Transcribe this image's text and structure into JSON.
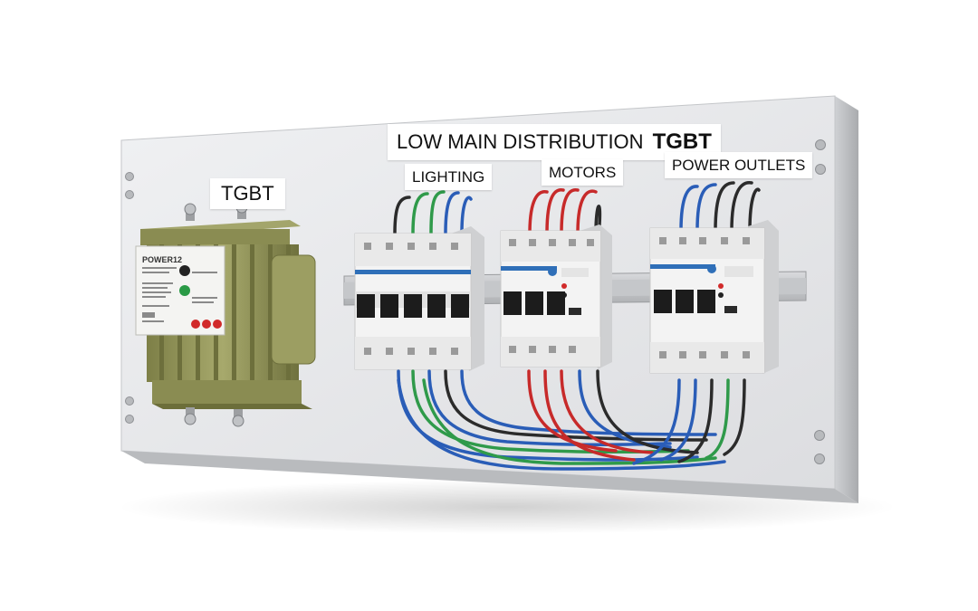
{
  "panel": {
    "title_prefix": "LOW MAIN DISTRIBUTION",
    "title_suffix": "TGBT",
    "colors": {
      "panel": "#e8e9eb",
      "panel_edge": "#c9cbce",
      "breaker": "#f3f3f3",
      "transformer": "#8f9157",
      "wire_blue": "#2a5db7",
      "wire_green": "#2f9a4a",
      "wire_red": "#c72a2a",
      "wire_black": "#2b2b2b"
    }
  },
  "transformer": {
    "label": "TGBT",
    "brand_text": "POWER12"
  },
  "groups": [
    {
      "label": "LIGHTING"
    },
    {
      "label": "MOTORS"
    },
    {
      "label": "POWER OUTLETS"
    }
  ]
}
